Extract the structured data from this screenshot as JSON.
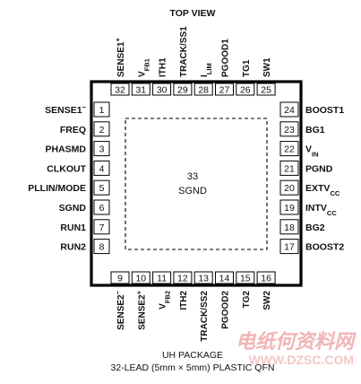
{
  "top_view_label": "TOP VIEW",
  "center_pin": {
    "number": "33",
    "name": "SGND"
  },
  "left_pins": [
    {
      "num": "1",
      "name": "SENSE1",
      "sup": "−"
    },
    {
      "num": "2",
      "name": "FREQ"
    },
    {
      "num": "3",
      "name": "PHASMD"
    },
    {
      "num": "4",
      "name": "CLKOUT"
    },
    {
      "num": "5",
      "name": "PLLIN/MODE"
    },
    {
      "num": "6",
      "name": "SGND"
    },
    {
      "num": "7",
      "name": "RUN1"
    },
    {
      "num": "8",
      "name": "RUN2"
    }
  ],
  "right_pins": [
    {
      "num": "24",
      "name": "BOOST1"
    },
    {
      "num": "23",
      "name": "BG1"
    },
    {
      "num": "22",
      "name": "V",
      "sub": "IN"
    },
    {
      "num": "21",
      "name": "PGND"
    },
    {
      "num": "20",
      "name": "EXTV",
      "sub": "CC"
    },
    {
      "num": "19",
      "name": "INTV",
      "sub": "CC"
    },
    {
      "num": "18",
      "name": "BG2"
    },
    {
      "num": "17",
      "name": "BOOST2"
    }
  ],
  "top_pins": [
    {
      "num": "32",
      "name": "SENSE1",
      "sup": "+"
    },
    {
      "num": "31",
      "name": "V",
      "sub": "FB1"
    },
    {
      "num": "30",
      "name": "ITH1"
    },
    {
      "num": "29",
      "name": "TRACK/SS1"
    },
    {
      "num": "28",
      "name": "I",
      "sub": "LIM"
    },
    {
      "num": "27",
      "name": "PGOOD1"
    },
    {
      "num": "26",
      "name": "TG1"
    },
    {
      "num": "25",
      "name": "SW1"
    }
  ],
  "bottom_pins": [
    {
      "num": "9",
      "name": "SENSE2",
      "sup": "−"
    },
    {
      "num": "10",
      "name": "SENSE2",
      "sup": "+"
    },
    {
      "num": "11",
      "name": "V",
      "sub": "FB2"
    },
    {
      "num": "12",
      "name": "ITH2"
    },
    {
      "num": "13",
      "name": "TRACK/SS2"
    },
    {
      "num": "14",
      "name": "PGOOD2"
    },
    {
      "num": "15",
      "name": "TG2"
    },
    {
      "num": "16",
      "name": "SW2"
    }
  ],
  "package_label": "UH PACKAGE",
  "package_desc": "32-LEAD (5mm × 5mm) PLASTIC QFN",
  "watermark": {
    "text": "电纸何资料网",
    "url": "WWW.DZSC.COM"
  }
}
